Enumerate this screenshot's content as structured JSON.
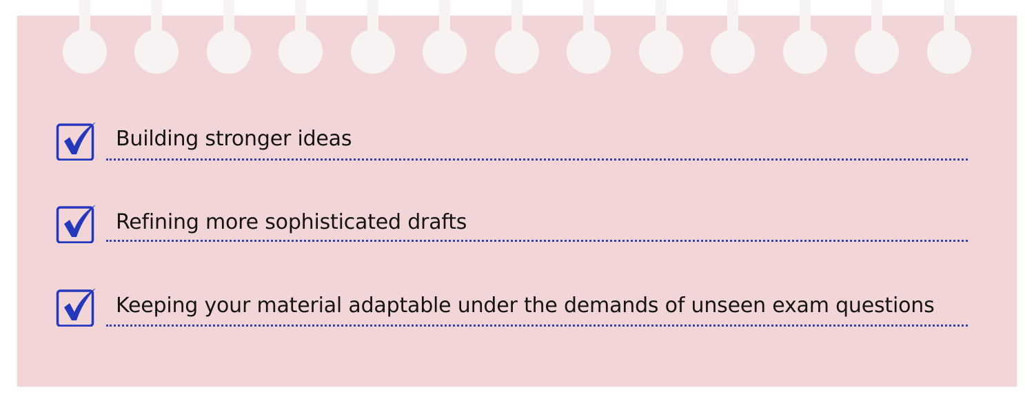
{
  "colors": {
    "paper": "#f2d6d7",
    "rings": "#f8f3f3",
    "accent": "#2438bd",
    "text": "#141414"
  },
  "checklist": {
    "items": [
      {
        "label": "Building stronger ideas",
        "checked": true,
        "icon": "checked-box-icon"
      },
      {
        "label": "Refining more sophisticated drafts",
        "checked": true,
        "icon": "checked-box-icon"
      },
      {
        "label": "Keeping your material adaptable under the demands of unseen exam questions",
        "checked": true,
        "icon": "checked-box-icon"
      }
    ]
  }
}
